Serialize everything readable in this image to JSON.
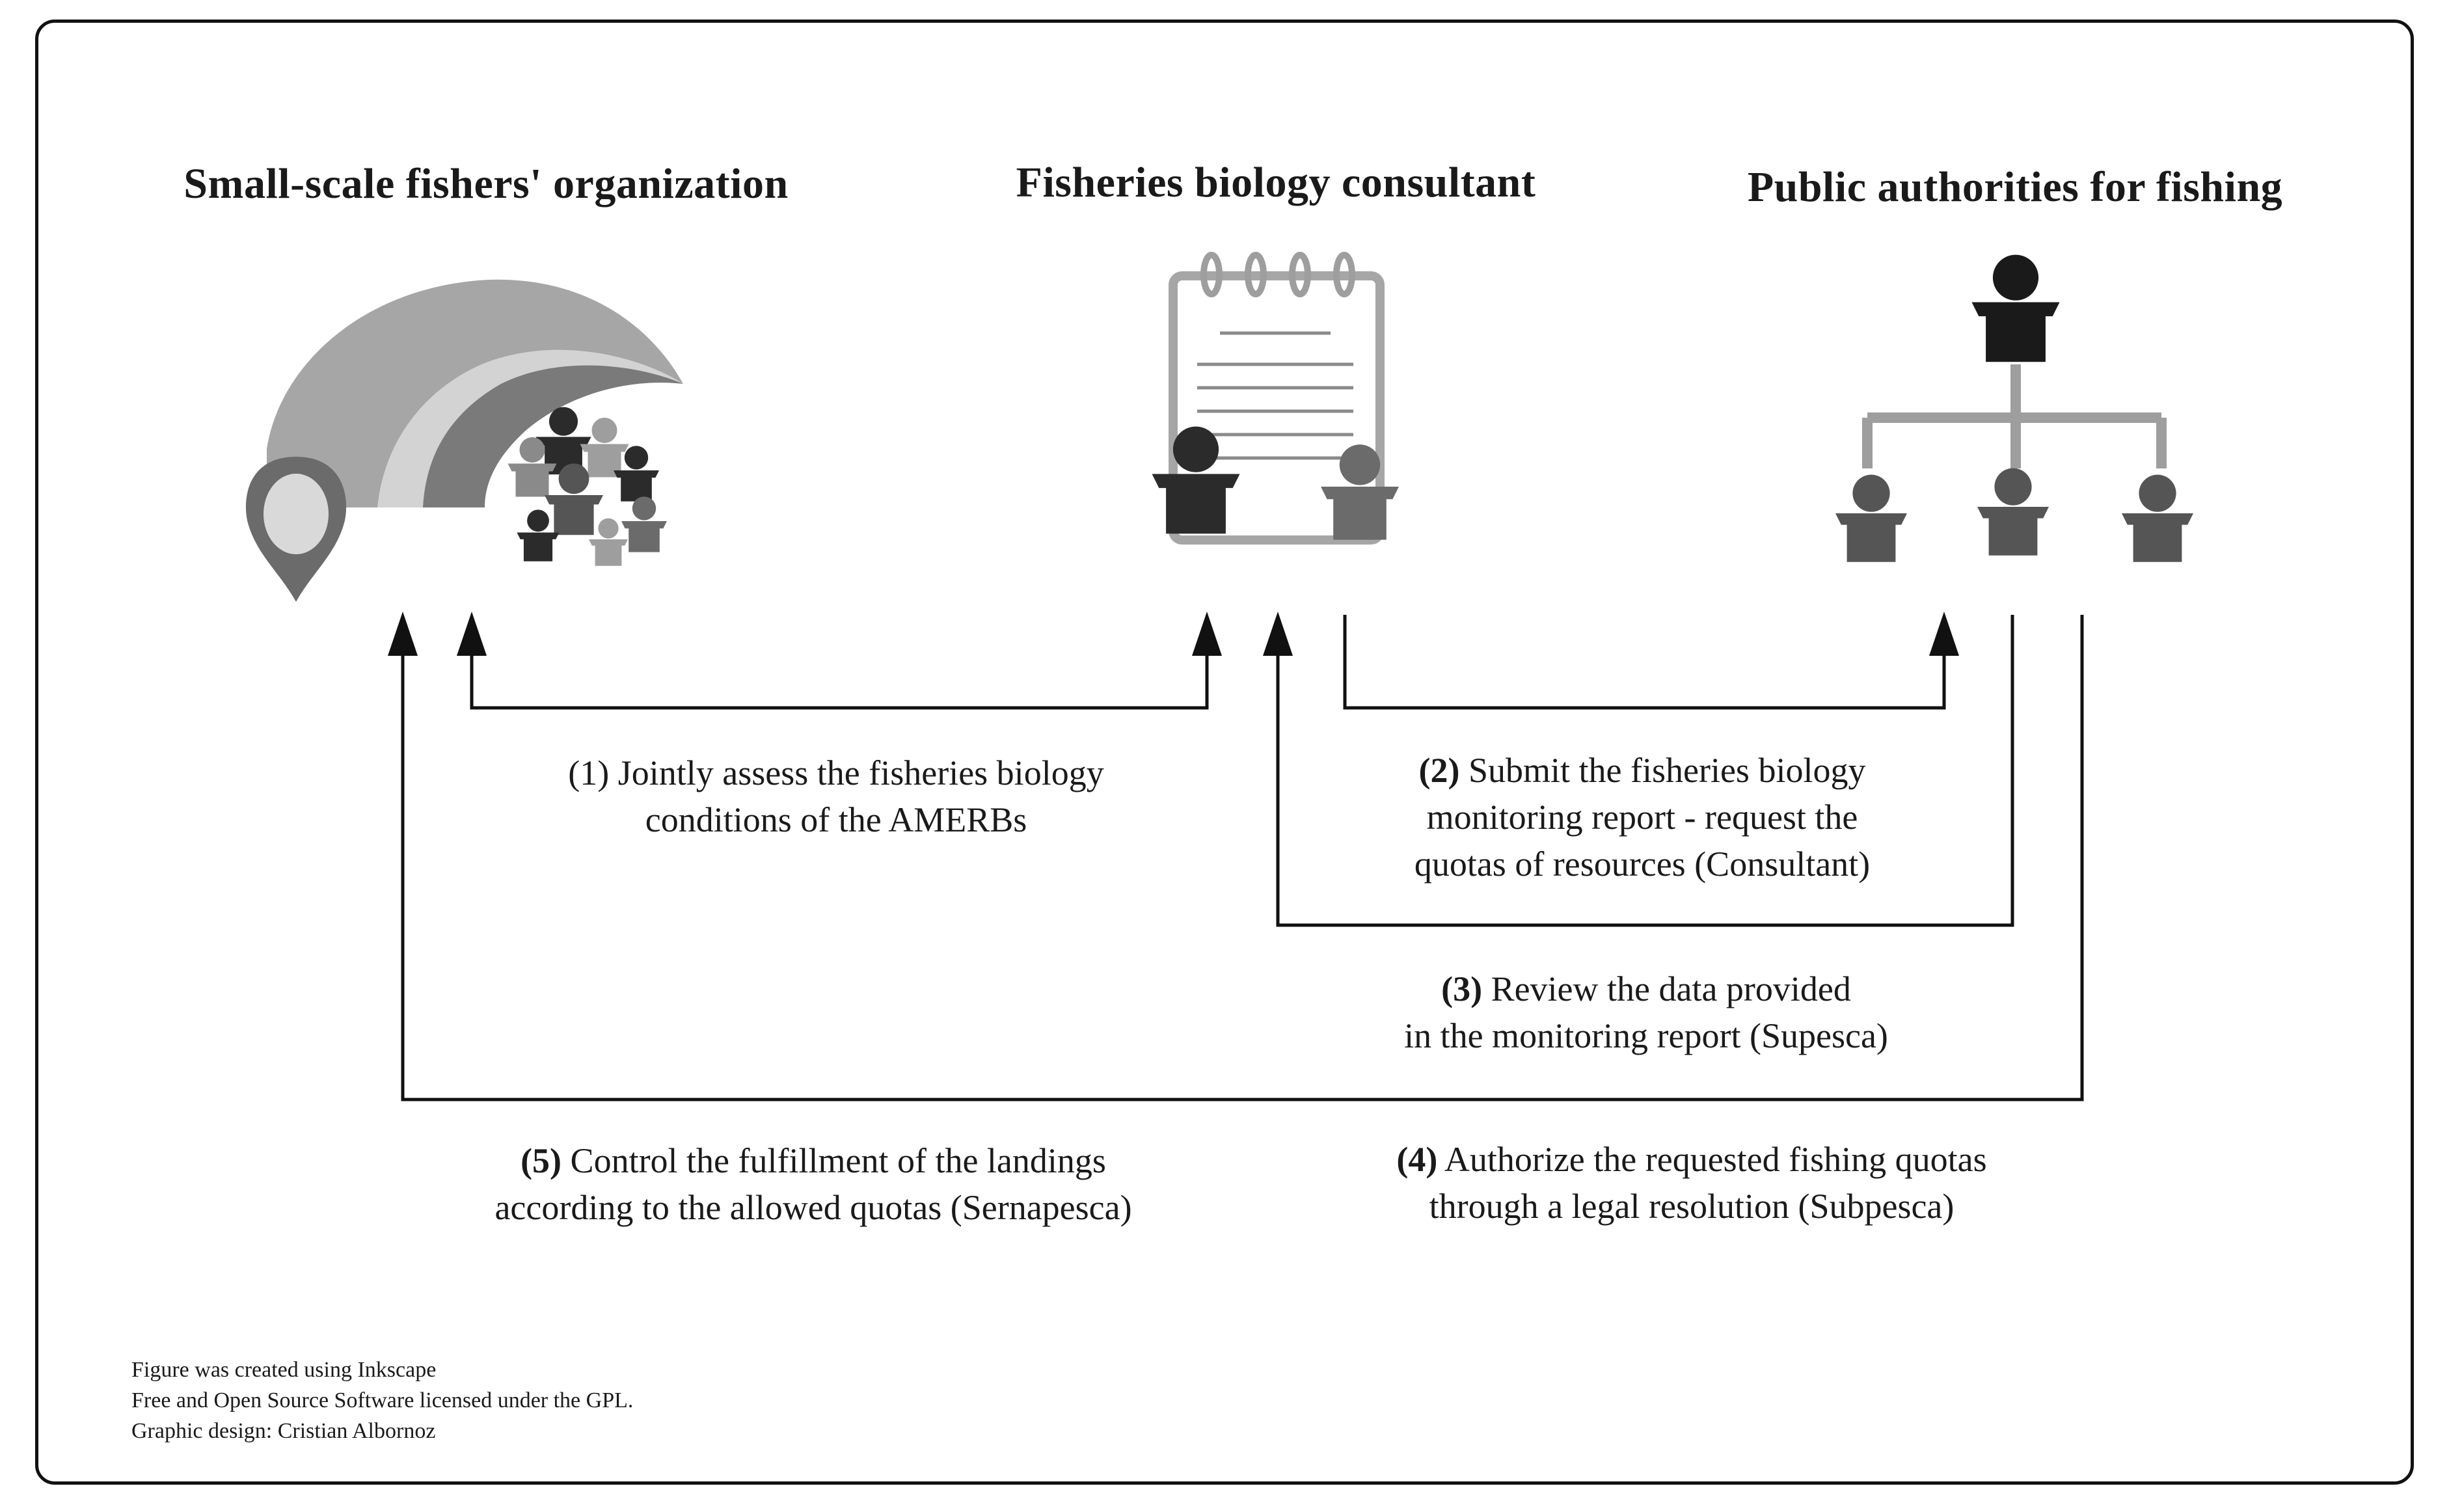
{
  "actors": {
    "fishers": "Small-scale fishers' organization",
    "consultant": "Fisheries biology consultant",
    "authorities": "Public authorities for fishing"
  },
  "steps": {
    "s1": {
      "lines": [
        "(1) Jointly assess the  fisheries biology",
        "conditions of the AMERBs"
      ]
    },
    "s2": {
      "number": "(2)",
      "line1_rest": " Submit the fisheries biology",
      "lines_rest": [
        "monitoring report - request the",
        "quotas of resources (Consultant)"
      ]
    },
    "s3": {
      "number": "(3)",
      "line1_rest": " Review the data provided",
      "lines_rest": [
        "in the monitoring report (Supesca)"
      ]
    },
    "s4": {
      "number": "(4)",
      "line1_rest": " Authorize the requested fishing quotas",
      "lines_rest": [
        "through a legal resolution (Subpesca)"
      ]
    },
    "s5": {
      "number": "(5)",
      "line1_rest": " Control the fulfillment of the landings",
      "lines_rest": [
        "according to the allowed quotas (Sernapesca)"
      ]
    }
  },
  "footer": [
    "Figure was created using Inkscape",
    "Free and Open Source Software licensed under the GPL.",
    "Graphic design: Cristian Albornoz"
  ],
  "colors": {
    "arrow": "#111111",
    "dark": "#2b2b2b",
    "mid": "#6b6b6b",
    "light": "#9e9e9e",
    "pale": "#cfcfcf"
  }
}
